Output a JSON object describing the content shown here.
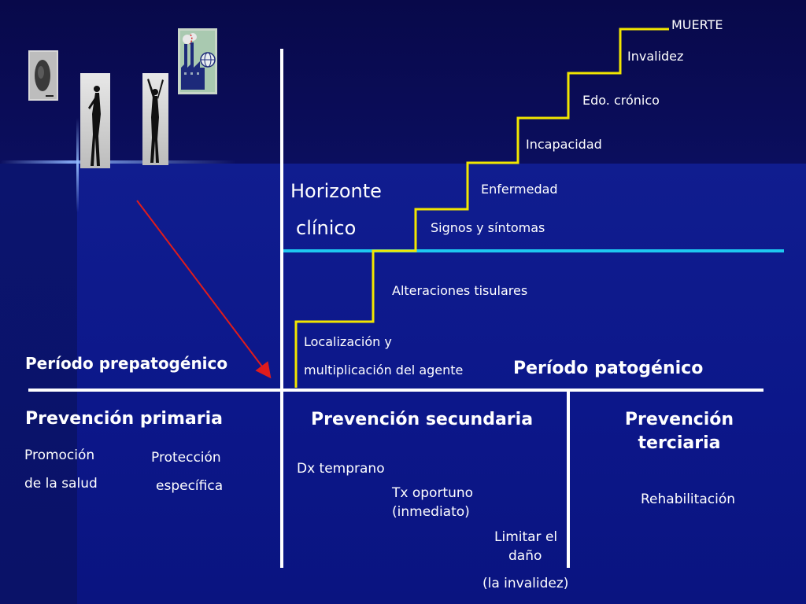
{
  "horizon": {
    "line1": "Horizonte",
    "line2": "clínico"
  },
  "stairs": {
    "muerte": "MUERTE",
    "invalidez": "Invalidez",
    "cronico": "Edo. crónico",
    "incapacidad": "Incapacidad",
    "enfermedad": "Enfermedad",
    "signos": "Signos y síntomas",
    "alteraciones": "Alteraciones tisulares",
    "localizacion_1": "Localización y",
    "localizacion_2": "multiplicación del agente"
  },
  "periods": {
    "prepatogenico": "Período prepatogénico",
    "patogenico": "Período patogénico"
  },
  "prevention": {
    "primaria": {
      "title": "Prevención primaria",
      "promocion_1": "Promoción",
      "promocion_2": "de la salud",
      "proteccion_1": "Protección",
      "proteccion_2": "específica"
    },
    "secundaria": {
      "title": "Prevención secundaria",
      "dx": "Dx temprano",
      "tx_1": "Tx oportuno",
      "tx_2": "(inmediato)",
      "limitar_1": "Limitar el",
      "limitar_2": "daño",
      "limitar_3": "(la invalidez)"
    },
    "terciaria": {
      "title_1": "Prevención",
      "title_2": "terciaria",
      "rehab": "Rehabilitación"
    }
  },
  "colors": {
    "background": "#0b0f66",
    "stairs": "#f2e600",
    "horizon": "#1ec8f0",
    "arrow": "#e01c1c",
    "divider": "#ffffff"
  },
  "icons": [
    "bacterium-photo-icon",
    "human-silhouette-icon",
    "human-silhouette-raised-icon",
    "factory-globe-icon"
  ]
}
